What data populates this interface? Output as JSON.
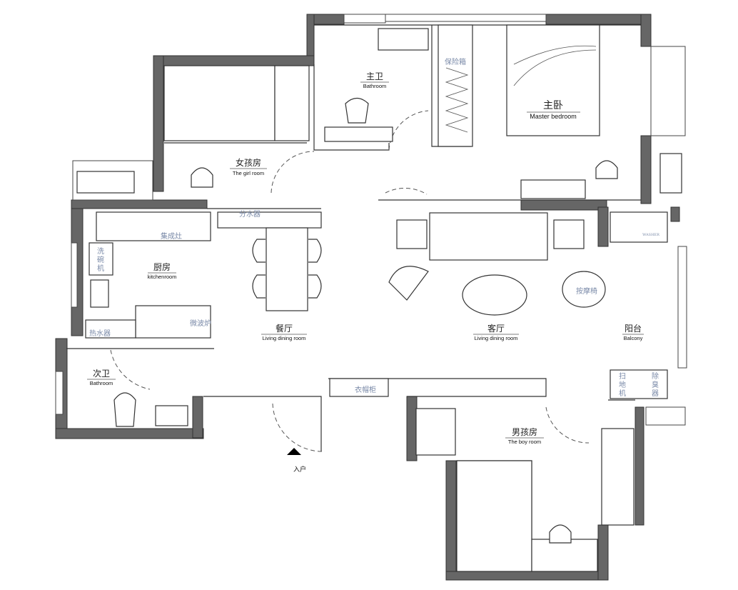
{
  "rooms": {
    "master_bath": {
      "cn": "主卫",
      "en": "Bathroom"
    },
    "master_bedroom": {
      "cn": "主卧",
      "en": "Master bedroom"
    },
    "girl_room": {
      "cn": "女孩房",
      "en": "The girl room"
    },
    "kitchen": {
      "cn": "厨房",
      "en": "kitchenroom"
    },
    "dining": {
      "cn": "餐厅",
      "en": "Living dining room"
    },
    "living": {
      "cn": "客厅",
      "en": "Living dining room"
    },
    "balcony": {
      "cn": "阳台",
      "en": "Balcony"
    },
    "second_bath": {
      "cn": "次卫",
      "en": "Bathroom"
    },
    "boy_room": {
      "cn": "男孩房",
      "en": "The boy room"
    }
  },
  "entrance": {
    "label": "入户"
  },
  "appliances": {
    "dishwasher": [
      "洗",
      "碗",
      "机"
    ],
    "water_distributor": "分水器",
    "integrated_stove": "集成灶",
    "microwave": "微波炉",
    "water_heater": "热水器",
    "safe": "保险箱",
    "wardrobe": "衣帽柜",
    "massage_chair": "按摩椅",
    "robot_vacuum": [
      "扫",
      "地",
      "机"
    ],
    "deodorizer": [
      "除",
      "臭",
      "器"
    ],
    "washer": "WASHER"
  },
  "colors": {
    "wall": "#666666",
    "line": "#333333",
    "appliance_text": "#7a8aa8"
  }
}
